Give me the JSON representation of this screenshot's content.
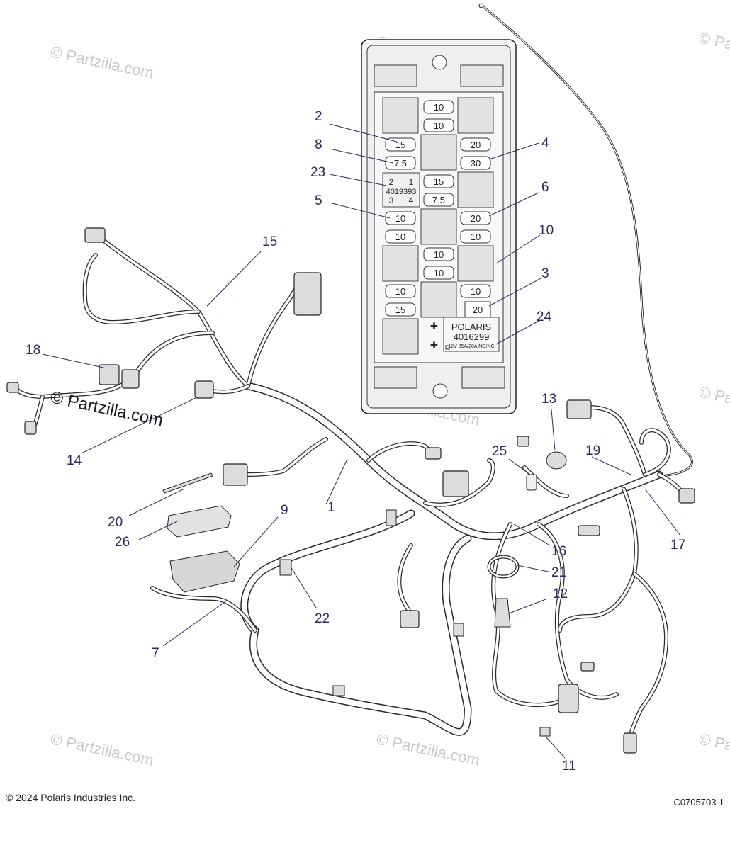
{
  "watermarks": [
    "© Partzilla.com",
    "© Partzilla.com",
    "© Partzilla.com",
    "© Partzilla.com",
    "© Partzilla.com",
    "© Partzilla.com",
    "© Partzilla.com",
    "© Partzilla.com",
    "© Partzilla.com"
  ],
  "center_watermark": "© Partzilla.com",
  "fuse_box": {
    "fuses": [
      "10",
      "10",
      "15",
      "20",
      "7.5",
      "30",
      "15",
      "7.5",
      "10",
      "20",
      "10",
      "10",
      "10",
      "10",
      "10",
      "10",
      "15",
      "20"
    ],
    "relay_id": "4019393",
    "relay_pins": [
      "2",
      "1",
      "3",
      "4"
    ],
    "label_brand": "POLARIS",
    "label_number": "4016299",
    "label_spec": "12V  35A/20A  NO/NC"
  },
  "callouts": [
    "1",
    "2",
    "3",
    "4",
    "5",
    "6",
    "7",
    "8",
    "9",
    "10",
    "11",
    "12",
    "13",
    "14",
    "15",
    "16",
    "17",
    "18",
    "19",
    "20",
    "21",
    "22",
    "23",
    "24",
    "25",
    "26"
  ],
  "footer": {
    "copyright": "© 2024 Polaris Industries Inc.",
    "drawing_id": "C0705703-1"
  }
}
